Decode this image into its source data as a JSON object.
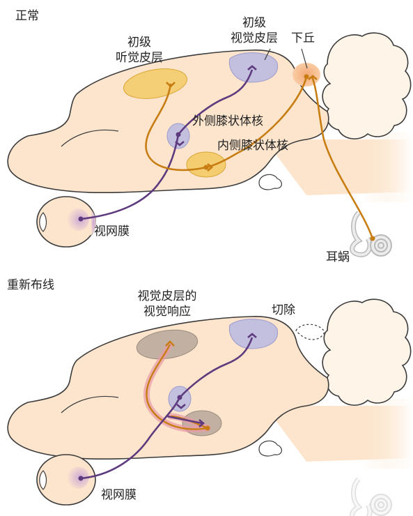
{
  "panels": {
    "normal": {
      "title": "正常",
      "labels": {
        "auditory_cortex": [
          "初级",
          "听觉皮层"
        ],
        "visual_cortex": [
          "初级",
          "视觉皮层"
        ],
        "inferior_colliculus": "下丘",
        "lgn": "外侧膝状体核",
        "mgn": "内侧膝状体核",
        "retina": "视网膜",
        "cochlea": "耳蜗"
      }
    },
    "rewired": {
      "title": "重新布线",
      "labels": {
        "visual_response": [
          "视觉皮层的",
          "视觉响应"
        ],
        "ablation": "切除",
        "retina": "视网膜"
      }
    }
  },
  "colors": {
    "brain": "#fce5cc",
    "brain_outline": "#3b3b3b",
    "cerebellum": "#fff4e8",
    "visual_pathway": "#5e3a7e",
    "auditory_pathway": "#c77d12",
    "visual_area": "#b8b8e0",
    "auditory_area": "#f2c75a",
    "rewired_area": "#b7a89a",
    "rewired_highlight": "#e89aa8"
  }
}
